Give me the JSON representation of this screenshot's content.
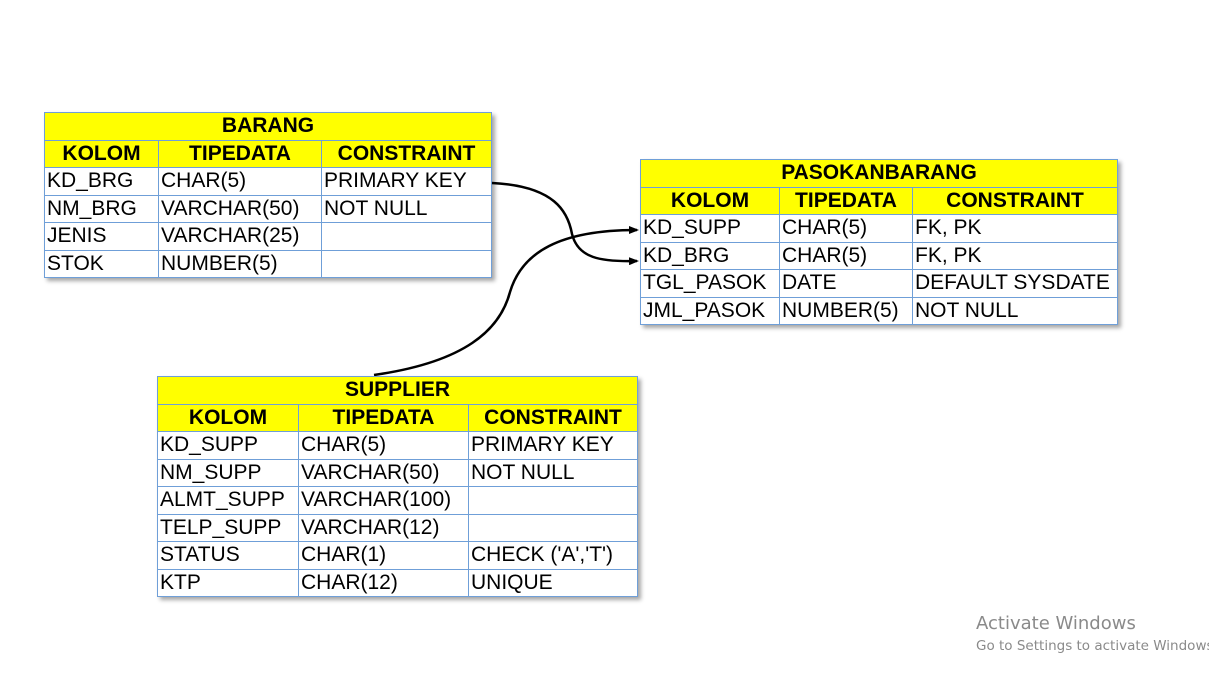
{
  "tables": [
    {
      "id": "barang",
      "title": "BARANG",
      "headers": [
        "KOLOM",
        "TIPEDATA",
        "CONSTRAINT"
      ],
      "rows": [
        [
          "KD_BRG",
          "CHAR(5)",
          "PRIMARY KEY"
        ],
        [
          "NM_BRG",
          "VARCHAR(50)",
          "NOT NULL"
        ],
        [
          "JENIS",
          "VARCHAR(25)",
          ""
        ],
        [
          "STOK",
          "NUMBER(5)",
          ""
        ]
      ]
    },
    {
      "id": "pasokanbarang",
      "title": "PASOKANBARANG",
      "headers": [
        "KOLOM",
        "TIPEDATA",
        "CONSTRAINT"
      ],
      "rows": [
        [
          "KD_SUPP",
          "CHAR(5)",
          "FK, PK"
        ],
        [
          "KD_BRG",
          "CHAR(5)",
          "FK, PK"
        ],
        [
          "TGL_PASOK",
          "DATE",
          "DEFAULT SYSDATE"
        ],
        [
          "JML_PASOK",
          "NUMBER(5)",
          "NOT NULL"
        ]
      ]
    },
    {
      "id": "supplier",
      "title": "SUPPLIER",
      "headers": [
        "KOLOM",
        "TIPEDATA",
        "CONSTRAINT"
      ],
      "rows": [
        [
          "KD_SUPP",
          "CHAR(5)",
          "PRIMARY KEY"
        ],
        [
          "NM_SUPP",
          "VARCHAR(50)",
          "NOT NULL"
        ],
        [
          "ALMT_SUPP",
          "VARCHAR(100)",
          ""
        ],
        [
          "TELP_SUPP",
          "VARCHAR(12)",
          ""
        ],
        [
          "STATUS",
          "CHAR(1)",
          "CHECK ('A','T')"
        ],
        [
          "KTP",
          "CHAR(12)",
          "UNIQUE"
        ]
      ]
    }
  ],
  "watermark": {
    "line1": "Activate Windows",
    "line2": "Go to Settings to activate Windows"
  },
  "colors": {
    "header_fill": "#ffff00",
    "grid_line": "#6f9fd8",
    "connector": "#000000"
  }
}
